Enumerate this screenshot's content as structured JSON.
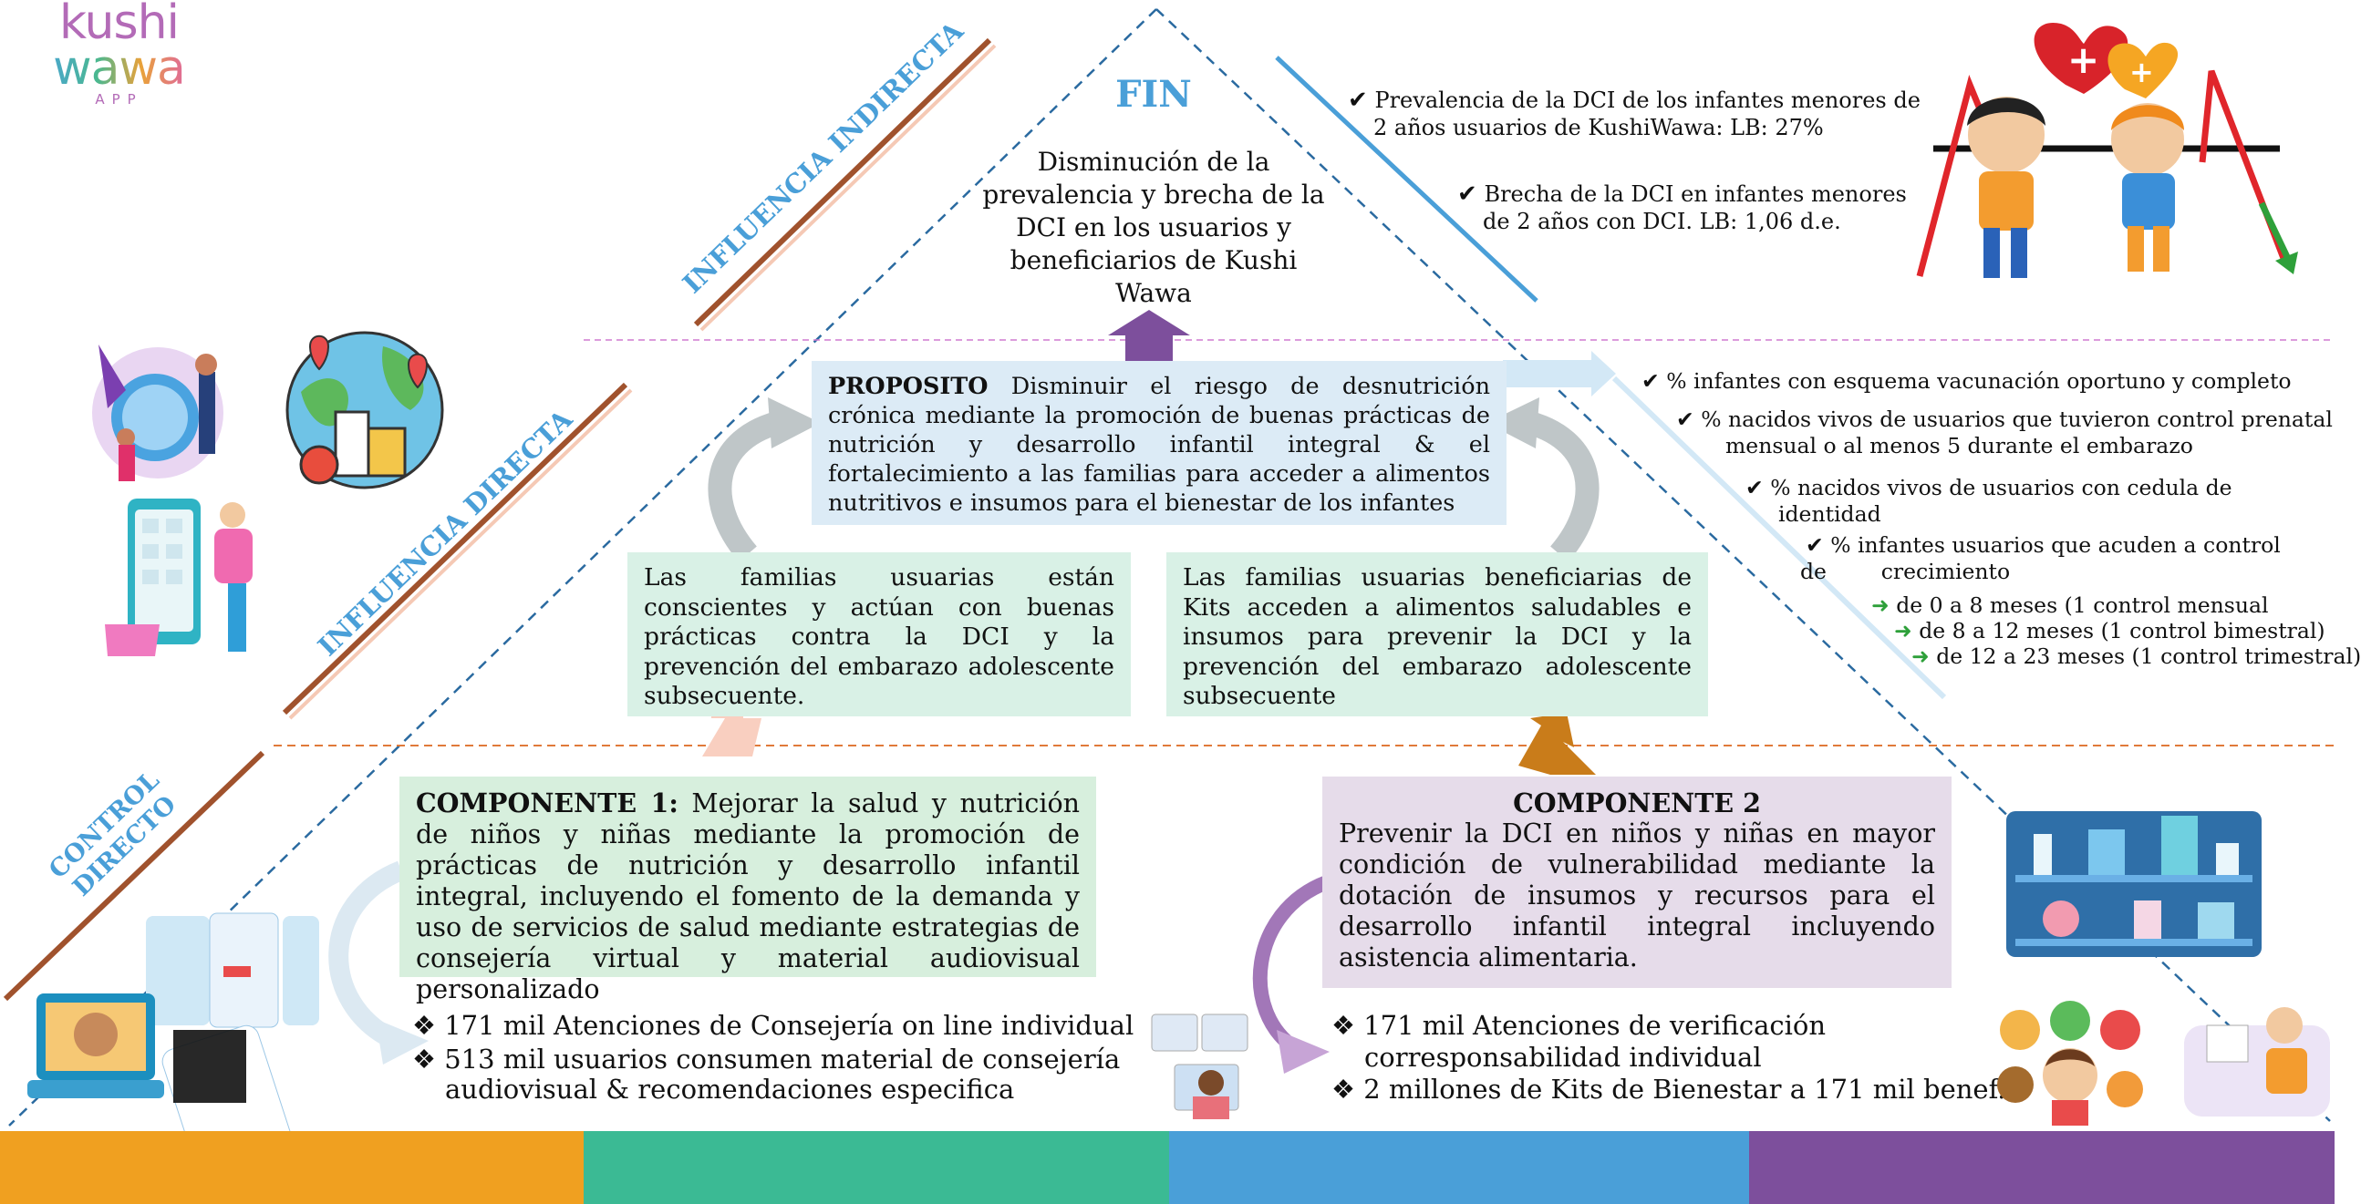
{
  "logo": {
    "line1": "kushi",
    "line2": "wawa",
    "line3": "APP"
  },
  "labels": {
    "indirect": "INFLUENCIA INDIRECTA",
    "direct": "INFLUENCIA DIRECTA",
    "control_1": "CONTROL",
    "control_2": "DIRECTO"
  },
  "fin": {
    "title": "FIN",
    "text": "Disminución de la prevalencia y brecha de la DCI en los usuarios y beneficiarios de Kushi Wawa"
  },
  "fin_indicators": [
    {
      "line1": "Prevalencia de la DCI de los infantes menores de",
      "line2": "2 años usuarios  de KushiWawa: LB: 27%"
    },
    {
      "line1": "Brecha de la DCI en infantes menores",
      "line2": "de 2 años con DCI.  LB: 1,06 d.e."
    }
  ],
  "proposito": {
    "label": "PROPOSITO",
    "text": " Disminuir el riesgo de desnutrición crónica mediante la promoción de buenas prácticas de nutrición y desarrollo infantil integral & el fortalecimiento a las familias para acceder a alimentos nutritivos e insumos para el bienestar de los infantes"
  },
  "results": {
    "left": "Las familias usuarias están conscientes y actúan con buenas prácticas contra la DCI y la prevención del embarazo adolescente subsecuente.",
    "right": "Las familias usuarias beneficiarias de Kits acceden a alimentos saludables e insumos para prevenir la DCI y la prevención del embarazo adolescente subsecuente"
  },
  "prop_indicators": {
    "i1": "% infantes con esquema vacunación oportuno y completo",
    "i2a": "% nacidos vivos de usuarios que tuvieron control prenatal",
    "i2b": "mensual o al menos 5 durante el embarazo",
    "i3a": "% nacidos vivos de usuarios con cedula de",
    "i3b": "identidad",
    "i4a": "% infantes usuarios que acuden a control",
    "i4b": "de        crecimiento",
    "s1": "de 0 a 8 meses (1 control mensual",
    "s2": "de 8 a 12 meses (1 control bimestral)",
    "s3": "de 12 a 23 meses (1 control trimestral)"
  },
  "componente1": {
    "label": "COMPONENTE 1:",
    "text": " Mejorar la salud y nutrición de niños y niñas mediante la promoción de prácticas de nutrición y desarrollo infantil integral, incluyendo el fomento de la demanda y uso de servicios de salud mediante estrategias de consejería virtual y material audiovisual personalizado"
  },
  "componente2": {
    "label": "COMPONENTE 2",
    "text": "Prevenir la DCI en niños y niñas en mayor condición de vulnerabilidad mediante la dotación de insumos y recursos para el desarrollo infantil integral incluyendo asistencia alimentaria."
  },
  "outputs1": {
    "b1": "171 mil Atenciones de Consejería on line individual",
    "b2a": "513 mil usuarios consumen material de consejería",
    "b2b": "audiovisual & recomendaciones especifica"
  },
  "outputs2": {
    "b1a": "171 mil Atenciones de verificación",
    "b1b": "corresponsabilidad individual",
    "b2": "2 millones de Kits de Bienestar a 171 mil benef."
  },
  "colors": {
    "orange": "#f0a020",
    "teal": "#3bba94",
    "blue": "#4a9fd8",
    "purple": "#7d4f9c",
    "accent_blue": "#4a9fd8",
    "brown": "#a0522d"
  },
  "icons": [
    "check-icon",
    "diamond-bullet-icon",
    "green-arrow-icon"
  ]
}
